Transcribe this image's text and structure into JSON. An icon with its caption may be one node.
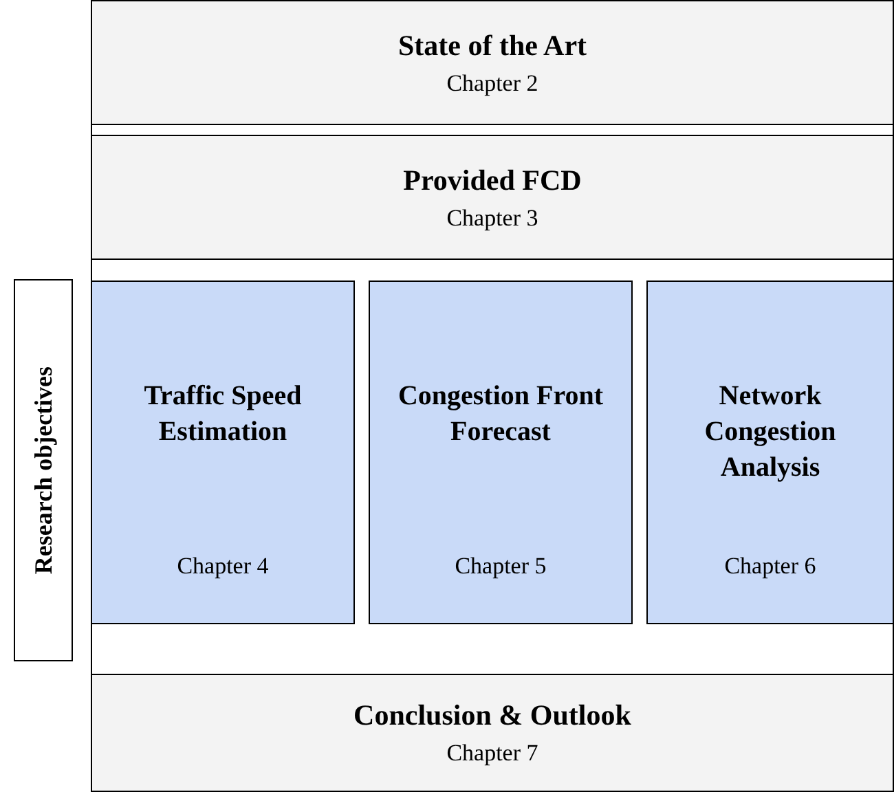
{
  "diagram": {
    "nodes": [
      {
        "text": [
          "State of the Art",
          "Chapter 2"
        ]
      },
      {
        "text": [
          "Provided FCD",
          "Chapter 3"
        ]
      },
      {
        "text": [
          "Research objectives"
        ]
      },
      {
        "text": [
          "Traffic Speed Estimation",
          "Chapter 4"
        ]
      },
      {
        "text": [
          "Congestion Front Forecast",
          "Chapter 5"
        ]
      },
      {
        "text": [
          "Network Congestion Analysis",
          "Chapter 6"
        ]
      },
      {
        "text": [
          "Conclusion & Outlook",
          "Chapter 7"
        ]
      }
    ]
  }
}
